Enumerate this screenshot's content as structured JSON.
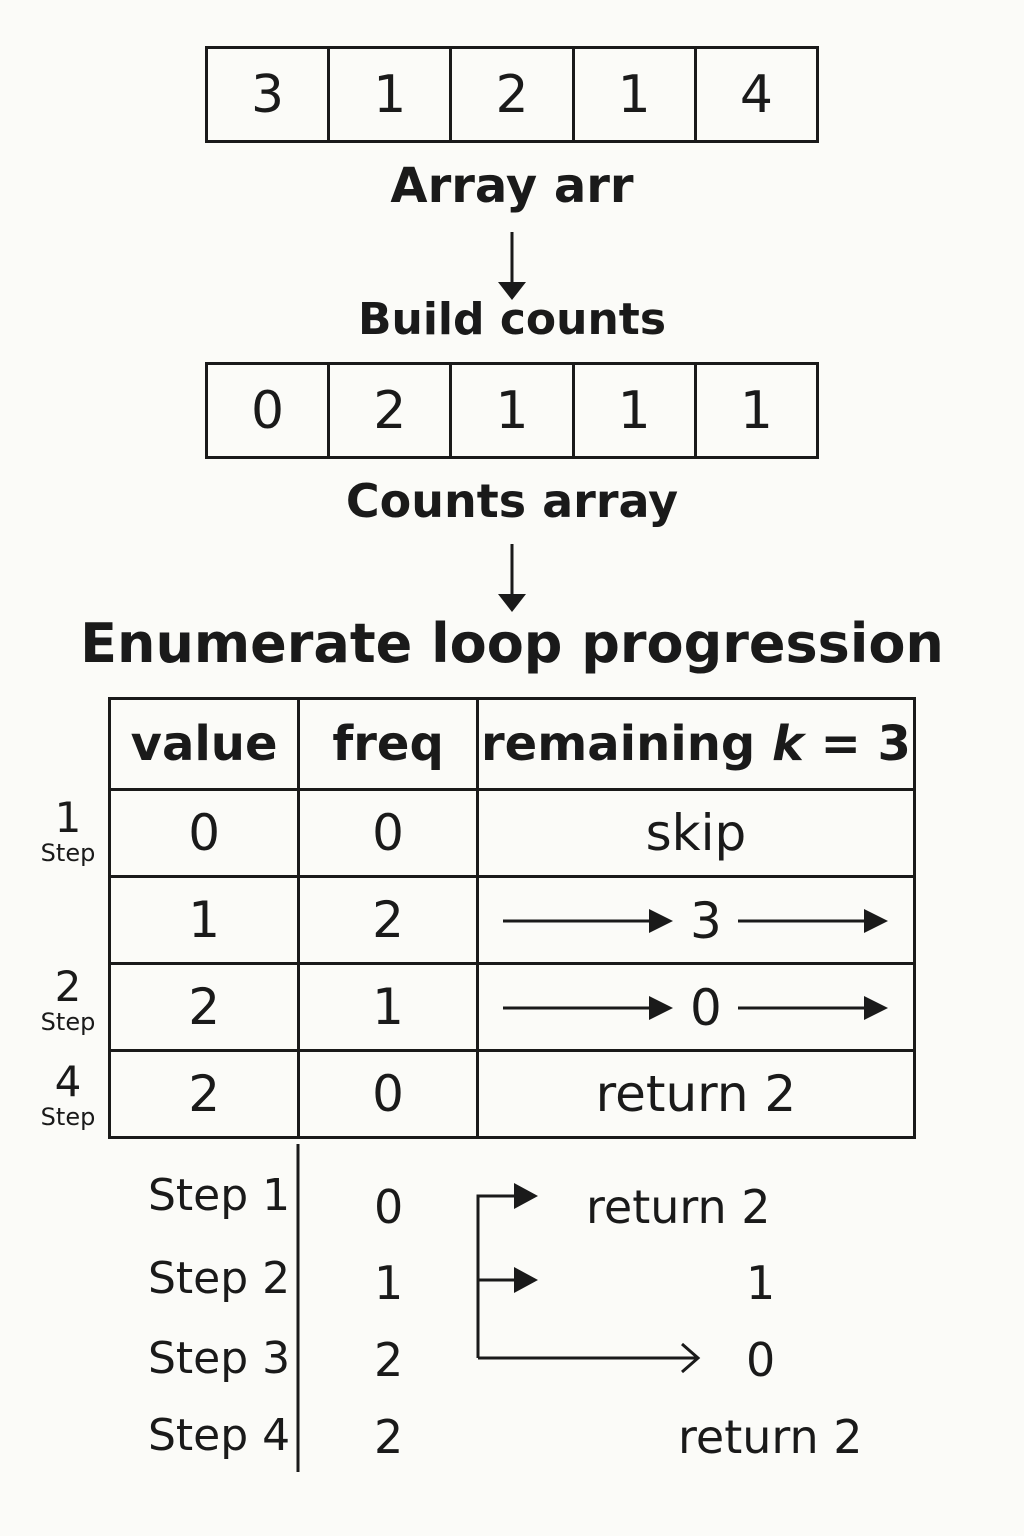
{
  "array_arr": {
    "values": [
      "3",
      "1",
      "2",
      "1",
      "4"
    ],
    "label": "Array arr"
  },
  "step_build": "Build counts",
  "counts": {
    "values": [
      "0",
      "2",
      "1",
      "1",
      "1"
    ],
    "label": "Counts array"
  },
  "heading": "Enumerate loop progression",
  "table": {
    "headers": {
      "value": "value",
      "freq": "freq",
      "remaining_prefix": "remaining ",
      "remaining_k": "k",
      "remaining_suffix": " = 3"
    },
    "rows": [
      {
        "value": "0",
        "freq": "0",
        "result": "skip"
      },
      {
        "value": "1",
        "freq": "2",
        "result": "3"
      },
      {
        "value": "2",
        "freq": "1",
        "result": "0"
      },
      {
        "value": "2",
        "freq": "0",
        "result": "return 2"
      }
    ],
    "side_labels": [
      {
        "num": "1",
        "word": "Step"
      },
      {
        "num": "2",
        "word": "Step"
      },
      {
        "num": "4",
        "word": "Step"
      }
    ]
  },
  "steps": [
    {
      "label": "Step 1",
      "value": "0",
      "result": "return 2"
    },
    {
      "label": "Step 2",
      "value": "1",
      "result": "1"
    },
    {
      "label": "Step 3",
      "value": "2",
      "result": "0"
    },
    {
      "label": "Step 4",
      "value": "2",
      "result": "return 2"
    }
  ]
}
